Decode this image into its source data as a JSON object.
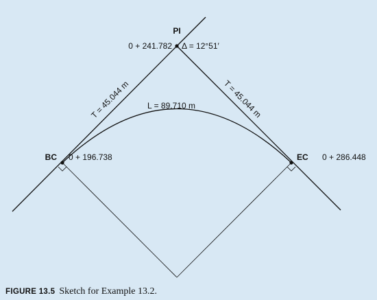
{
  "points": {
    "pi": {
      "name": "PI",
      "station": "0 + 241.782",
      "delta": "Δ = 12°51′"
    },
    "bc": {
      "name": "BC",
      "station": "0 + 196.738"
    },
    "ec": {
      "name": "EC",
      "station": "0 + 286.448"
    }
  },
  "tangent_left": "T = 45.044 m",
  "tangent_right": "T = 45.044 m",
  "arc_length": "L = 89.710 m",
  "caption": {
    "label": "FIGURE 13.5",
    "text": "Sketch for Example 13.2."
  },
  "colors": {
    "background": "#d8e8f4",
    "line": "#111111"
  }
}
